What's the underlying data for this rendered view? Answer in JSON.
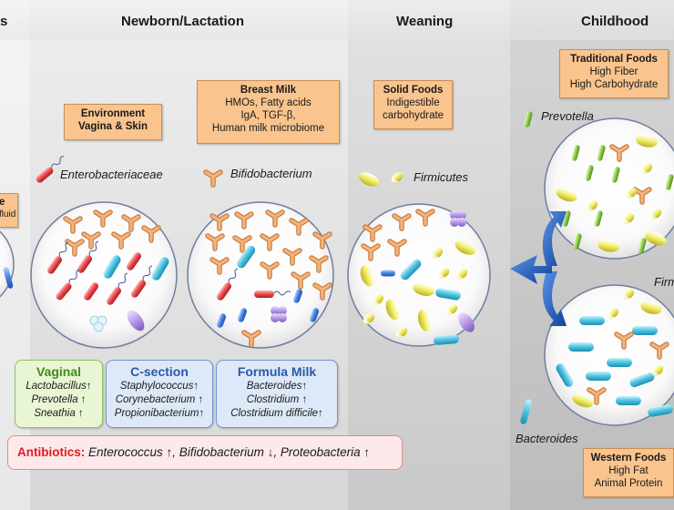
{
  "stages": [
    {
      "title": "s"
    },
    {
      "title": "Newborn/Lactation"
    },
    {
      "title": "Weaning"
    },
    {
      "title": "Childhood"
    }
  ],
  "left_cut": {
    "line1": "e",
    "line2": "fluid"
  },
  "environment": {
    "line1": "Environment",
    "line2": "Vagina & Skin"
  },
  "breast_milk": {
    "title": "Breast Milk",
    "line1": "HMOs, Fatty acids",
    "line2": "IgA, TGF-β,",
    "line3": "Human milk microbiome"
  },
  "solid_foods": {
    "title": "Solid Foods",
    "line1": "Indigestible",
    "line2": "carbohydrate"
  },
  "traditional_foods": {
    "title": "Traditional Foods",
    "line1": "High Fiber",
    "line2": "High Carbohydrate"
  },
  "western_foods": {
    "title": "Western Foods",
    "line1": "High Fat",
    "line2": "Animal Protein"
  },
  "bacteria_labels": {
    "enterobacteriaceae": "Enterobacteriaceae",
    "bifidobacterium": "Bifidobacterium",
    "firmicutes": "Firmicutes",
    "prevotella": "Prevotella",
    "bacteroides": "Bacteroides",
    "firmicutes_cut": "Firm"
  },
  "vaginal": {
    "title": "Vaginal",
    "items": [
      "Lactobacillus↑",
      "Prevotella ↑",
      "Sneathia ↑"
    ]
  },
  "csection": {
    "title": "C-section",
    "items": [
      "Staphylococcus↑",
      "Corynebacterium ↑",
      "Propionibacterium↑"
    ]
  },
  "formula": {
    "title": "Formula Milk",
    "items": [
      "Bacteroides↑",
      "Clostridium ↑",
      "Clostridium difficile↑"
    ]
  },
  "antibiotics": {
    "label": "Antibiotics:",
    "effects": "Enterococcus ↑, Bifidobacterium ↓, Proteobacteria ↑"
  },
  "colors": {
    "orange_box": "#fac48e",
    "vaginal_box": "#e8f6d4",
    "csection_box": "#dde9f8",
    "formula_box": "#dde9f8",
    "antibiotics_text": "#e21a22",
    "arrow_blue": "#1f5fbd"
  }
}
